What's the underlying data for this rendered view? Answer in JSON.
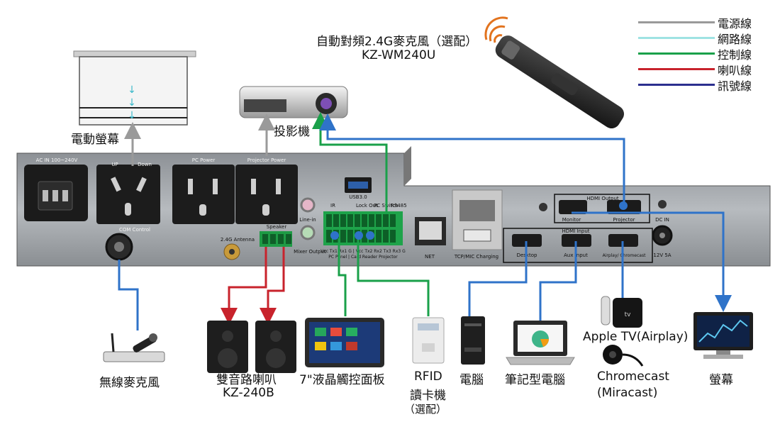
{
  "legend": [
    {
      "label": "電源線",
      "color": "#9a9a9a"
    },
    {
      "label": "網路線",
      "color": "#9fe3e3"
    },
    {
      "label": "控制線",
      "color": "#1aa04a"
    },
    {
      "label": "喇叭線",
      "color": "#c8232c"
    },
    {
      "label": "訊號線",
      "color": "#2b2f8f"
    }
  ],
  "devices": {
    "mic_wireless_title": "自動對頻2.4G麥克風（選配）",
    "mic_wireless_model": "KZ-WM240U",
    "screen": "電動螢幕",
    "projector": "投影機",
    "wireless_mic": "無線麥克風",
    "speaker_name": "雙音路喇叭",
    "speaker_model": "KZ-240B",
    "touch_panel": "7\"液晶觸控面板",
    "rfid_1": "RFID",
    "rfid_2": "讀卡機",
    "rfid_3": "（選配）",
    "pc": "電腦",
    "laptop": "筆記型電腦",
    "apple_tv": "Apple TV(Airplay)",
    "chromecast_1": "Chromecast",
    "chromecast_2": "(Miracast)",
    "monitor": "螢幕"
  },
  "panel": {
    "ac_in": "AC IN 100~240V",
    "up": "UP",
    "down": "Down",
    "com_control": "COM Control",
    "pc_power": "PC Power",
    "projector_power": "Projector Power",
    "antenna": "2.4G Antenna",
    "speaker": "Speaker",
    "line_in": "Line-in",
    "mixer_output": "Mixer Output",
    "ir": "IR",
    "lock_out": "Lock Out",
    "pc_switch": "PC Switch",
    "rs485": "RS485",
    "usb": "USB3.0",
    "net": "NET",
    "tcp_mic": "TCP/MIC Charging",
    "hdmi_output": "HDMI Output",
    "monitor": "Monitor",
    "projector": "Projector",
    "hdmi_input": "HDMI Input",
    "desktop": "Desktop",
    "aux_input": "Aux Input",
    "airplay": "Airplay/ Chromecast",
    "dc_in": "DC IN",
    "dc_rating": "12V 5A",
    "term_labels": "Vcc Tx1 Rx1 G | Vcc Tx2 Rx2 Tx3 Rx3 G",
    "term_sub": "PC Panel | Card Reader Projector"
  }
}
